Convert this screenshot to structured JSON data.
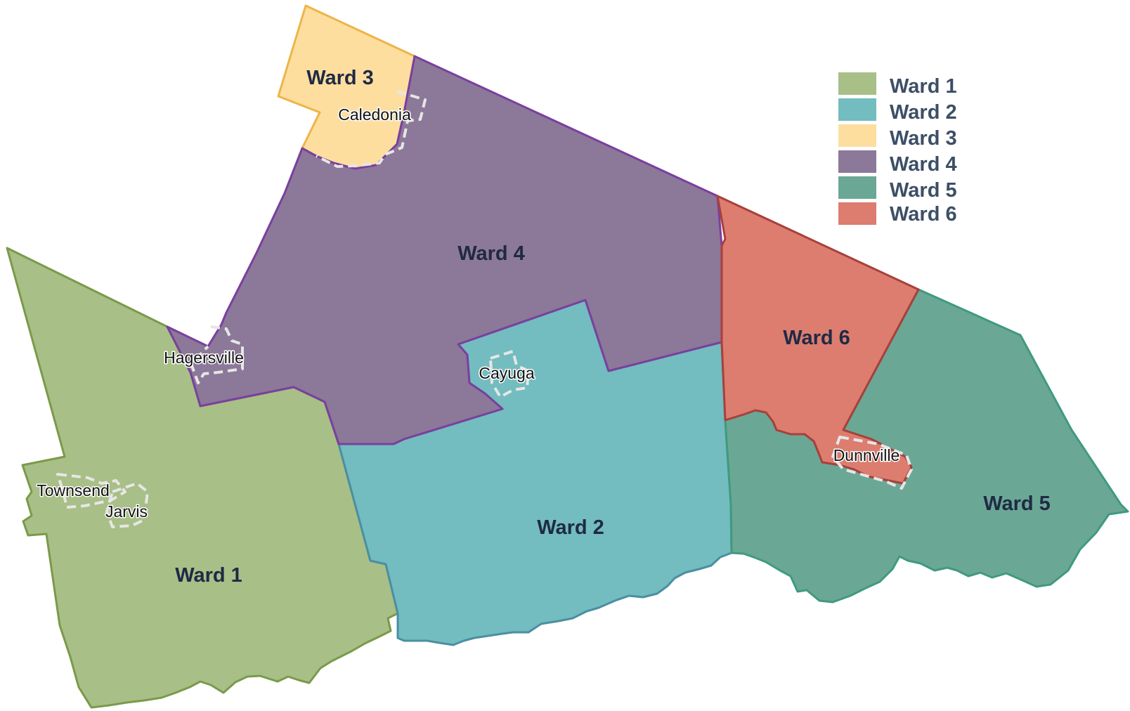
{
  "wards": [
    {
      "id": "ward-1",
      "label": "Ward 1",
      "fill": "#a8bf87",
      "stroke": "#7a9a4a"
    },
    {
      "id": "ward-2",
      "label": "Ward 2",
      "fill": "#73bcbf",
      "stroke": "#4a8fa3"
    },
    {
      "id": "ward-3",
      "label": "Ward 3",
      "fill": "#fdde9f",
      "stroke": "#edb547"
    },
    {
      "id": "ward-4",
      "label": "Ward 4",
      "fill": "#8c7898",
      "stroke": "#7a3f9f"
    },
    {
      "id": "ward-5",
      "label": "Ward 5",
      "fill": "#6ba795",
      "stroke": "#3f9a80"
    },
    {
      "id": "ward-6",
      "label": "Ward 6",
      "fill": "#dc7d70",
      "stroke": "#a8403b"
    }
  ],
  "towns": [
    {
      "id": "caledonia",
      "label": "Caledonia"
    },
    {
      "id": "hagersville",
      "label": "Hagersville"
    },
    {
      "id": "cayuga",
      "label": "Cayuga"
    },
    {
      "id": "dunnville",
      "label": "Dunnville"
    },
    {
      "id": "townsend",
      "label": "Townsend"
    },
    {
      "id": "jarvis",
      "label": "Jarvis"
    }
  ],
  "legend": [
    {
      "label": "Ward 1",
      "color": "#a8bf87"
    },
    {
      "label": "Ward 2",
      "color": "#73bcbf"
    },
    {
      "label": "Ward 3",
      "color": "#fdde9f"
    },
    {
      "label": "Ward 4",
      "color": "#8c7898"
    },
    {
      "label": "Ward 5",
      "color": "#6ba795"
    },
    {
      "label": "Ward 6",
      "color": "#dc7d70"
    }
  ]
}
